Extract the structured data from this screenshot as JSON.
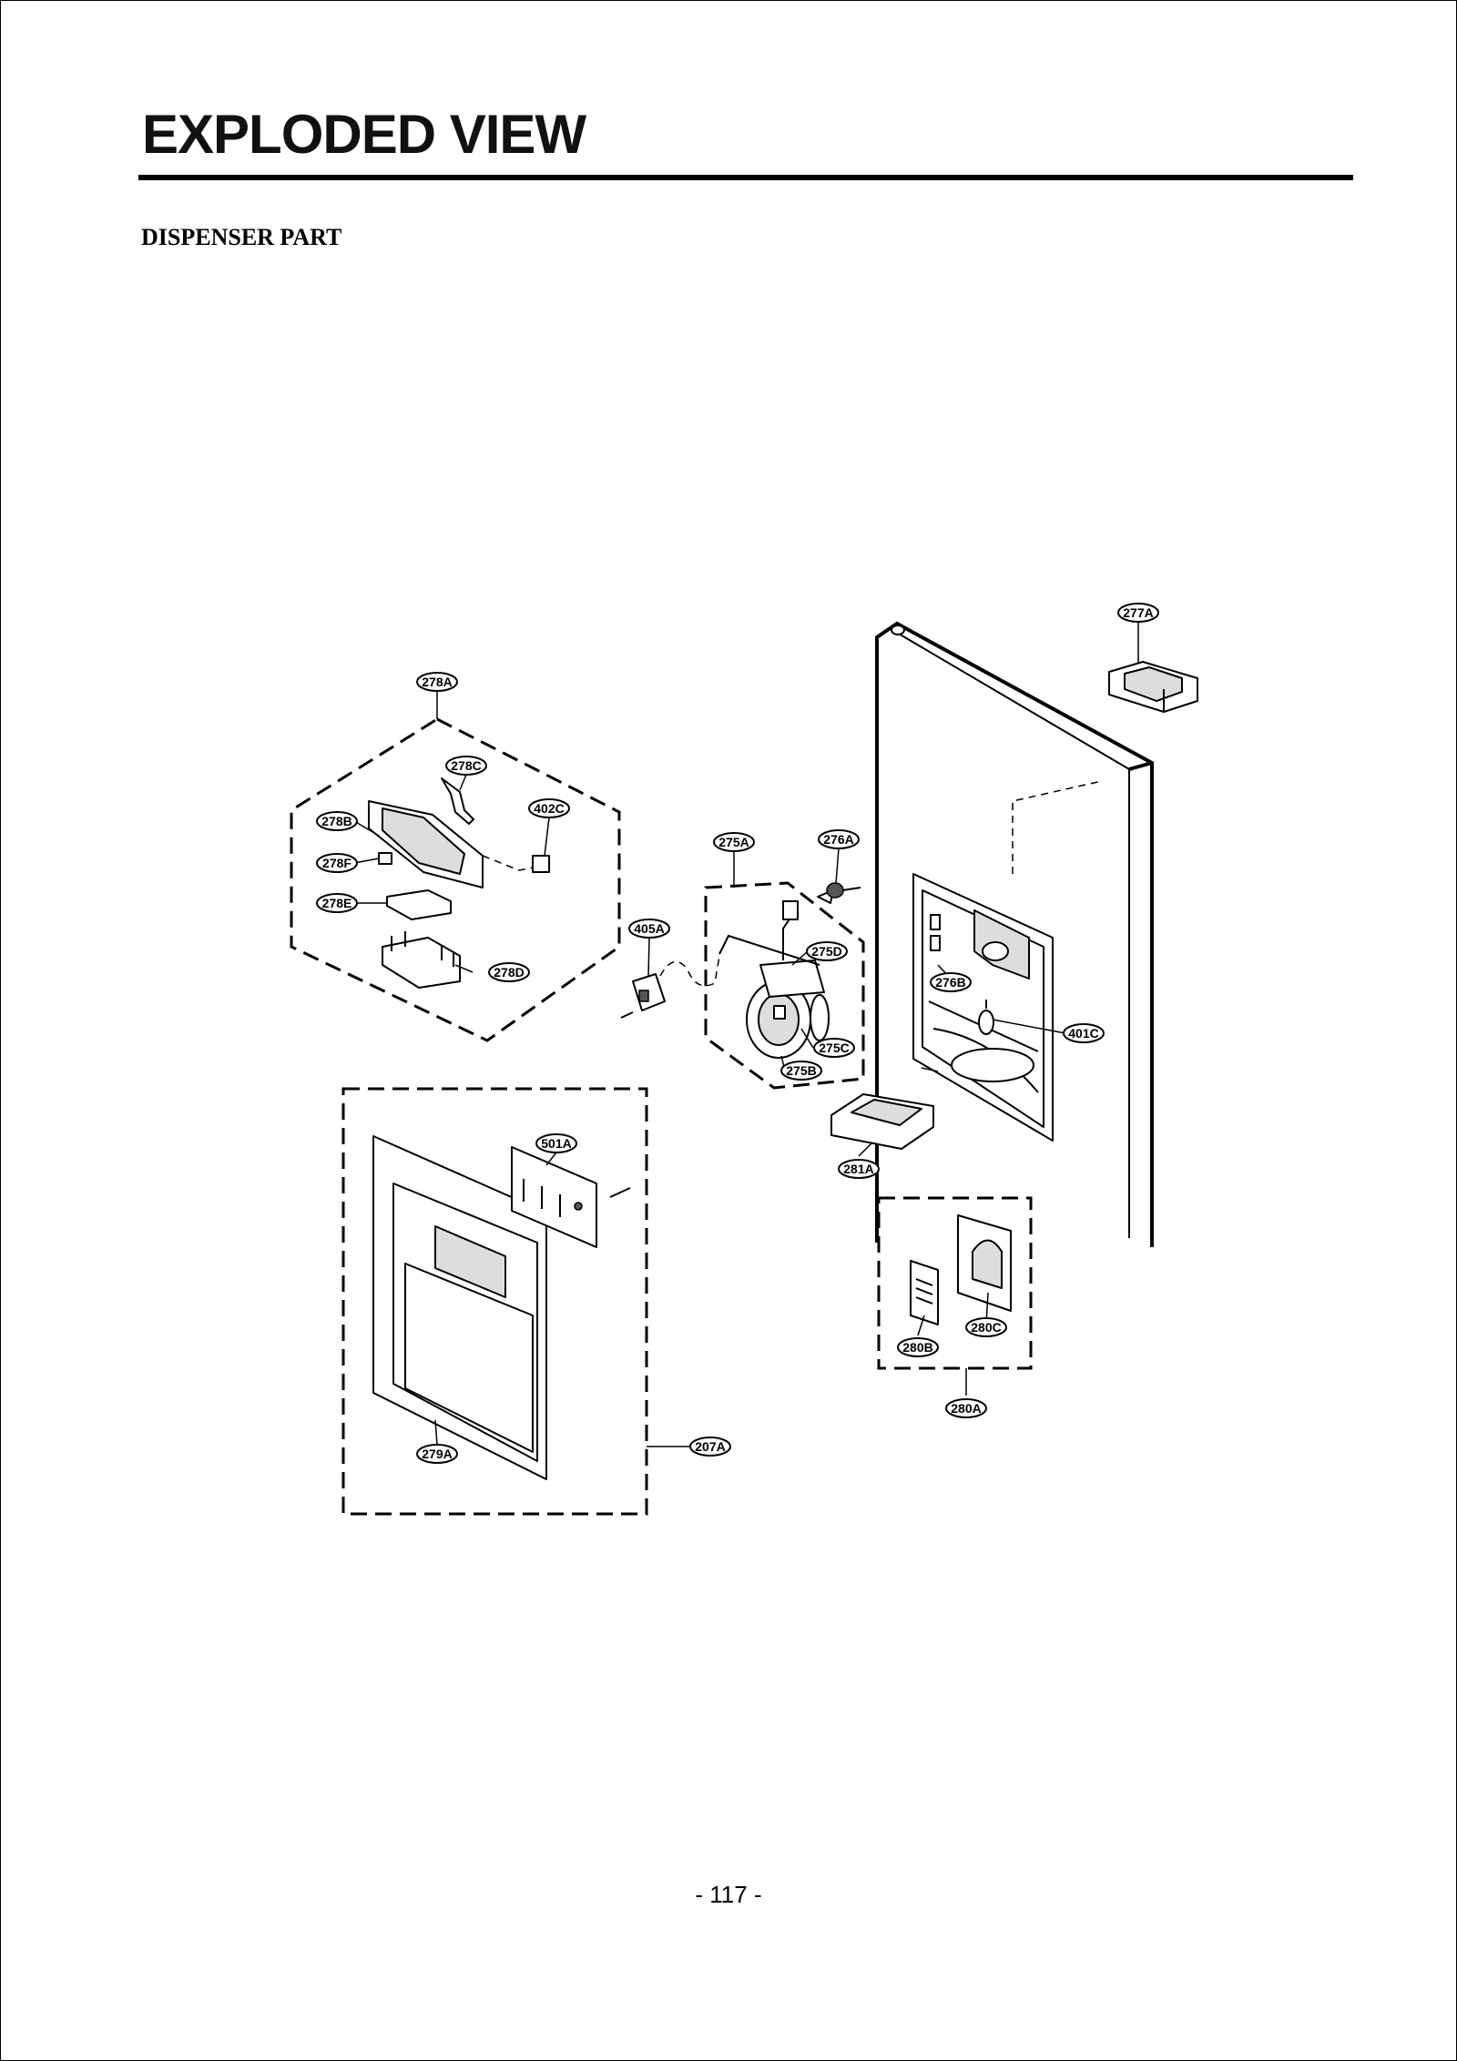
{
  "page": {
    "title": "EXPLODED VIEW",
    "subtitle": "DISPENSER PART",
    "page_number": "- 117 -"
  },
  "diagram": {
    "part_labels": [
      {
        "id": "277A",
        "label": "277A"
      },
      {
        "id": "278A",
        "label": "278A"
      },
      {
        "id": "278C",
        "label": "278C"
      },
      {
        "id": "402C",
        "label": "402C"
      },
      {
        "id": "278B",
        "label": "278B"
      },
      {
        "id": "278F",
        "label": "278F"
      },
      {
        "id": "278E",
        "label": "278E"
      },
      {
        "id": "278D",
        "label": "278D"
      },
      {
        "id": "275A",
        "label": "275A"
      },
      {
        "id": "276A",
        "label": "276A"
      },
      {
        "id": "405A",
        "label": "405A"
      },
      {
        "id": "275D",
        "label": "275D"
      },
      {
        "id": "276B",
        "label": "276B"
      },
      {
        "id": "275C",
        "label": "275C"
      },
      {
        "id": "275B",
        "label": "275B"
      },
      {
        "id": "401C",
        "label": "401C"
      },
      {
        "id": "501A",
        "label": "501A"
      },
      {
        "id": "281A",
        "label": "281A"
      },
      {
        "id": "280C",
        "label": "280C"
      },
      {
        "id": "280B",
        "label": "280B"
      },
      {
        "id": "280A",
        "label": "280A"
      },
      {
        "id": "207A",
        "label": "207A"
      },
      {
        "id": "279A",
        "label": "279A"
      }
    ]
  }
}
